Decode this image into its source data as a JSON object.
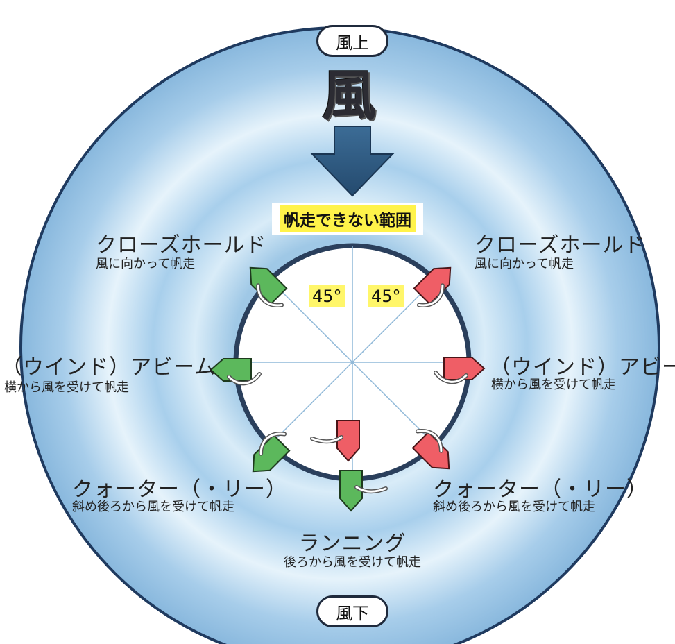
{
  "colors": {
    "outer_ring": "#a9cde8",
    "outer_ring_light": "#e4f1fa",
    "ring_border": "#1f3a5f",
    "wind_arrow": "#2d5b84",
    "port_boat": "#5cb85c",
    "starboard_boat": "#ef5e66",
    "highlight": "#fff34a"
  },
  "top_marker": "風上",
  "bottom_marker": "風下",
  "wind_label": "風",
  "no_go_zone": "帆走できない範囲",
  "angles": {
    "left": "45°",
    "right": "45°"
  },
  "points_of_sail": {
    "close_hauled_left": {
      "title": "クローズホールド",
      "desc": "風に向かって帆走"
    },
    "close_hauled_right": {
      "title": "クローズホールド",
      "desc": "風に向かって帆走"
    },
    "beam_left": {
      "title": "（ウインド）アビーム",
      "desc": "横から風を受けて帆走"
    },
    "beam_right": {
      "title": "（ウインド）アビーム",
      "desc": "横から風を受けて帆走"
    },
    "quarter_left": {
      "title": "クォーター（・リー）",
      "desc": "斜め後ろから風を受けて帆走"
    },
    "quarter_right": {
      "title": "クォーター（・リー）",
      "desc": "斜め後ろから風を受けて帆走"
    },
    "running": {
      "title": "ランニング",
      "desc": "後ろから風を受けて帆走"
    }
  }
}
